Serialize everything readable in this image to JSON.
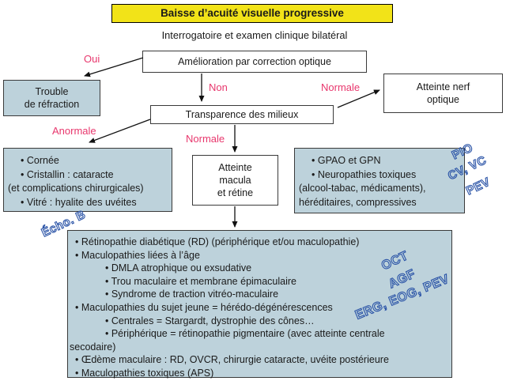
{
  "title": "Baisse d’acuité visuelle progressive",
  "subtitle": "Interrogatoire et examen clinique bilatéral",
  "edge_labels": {
    "oui": "Oui",
    "non": "Non",
    "normale_right": "Normale",
    "anormale": "Anormale",
    "normale_mid": "Normale"
  },
  "boxes": {
    "amelioration": {
      "label": "Amélioration par correction optique"
    },
    "trouble": {
      "line1": "Trouble",
      "line2": "de réfraction"
    },
    "transparence": {
      "label": "Transparence des milieux"
    },
    "nerf": {
      "line1": "Atteinte nerf",
      "line2": "optique"
    },
    "cornee": {
      "lines": [
        {
          "text": "• Cornée"
        },
        {
          "text": "• Cristallin : cataracte"
        },
        {
          "text": "(et complications chirurgicales)"
        },
        {
          "text": "• Vitré : hyalite des uvéites"
        }
      ]
    },
    "macula": {
      "line1": "Atteinte",
      "line2": "macula",
      "line3": "et rétine"
    },
    "gpao": {
      "lines": [
        {
          "text": "• GPAO et GPN"
        },
        {
          "text": "• Neuropathies toxiques"
        },
        {
          "text": "(alcool-tabac, médicaments),"
        },
        {
          "text": "héréditaires, compressives"
        }
      ]
    },
    "bigbox": {
      "lines": [
        {
          "text": "• Rétinopathie diabétique (RD) (périphérique et/ou maculopathie)"
        },
        {
          "text": "• Maculopathies liées à l’âge"
        },
        {
          "text": "• DMLA atrophique ou exsudative"
        },
        {
          "text": "• Trou maculaire et membrane épimaculaire"
        },
        {
          "text": "• Syndrome de traction vitréo-maculaire"
        },
        {
          "text": "• Maculopathies du sujet jeune = hérédo-dégénérescences"
        },
        {
          "text": "• Centrales = Stargardt, dystrophie des cônes…"
        },
        {
          "text": "• Périphérique = rétinopathie pigmentaire (avec atteinte centrale"
        },
        {
          "text": "secodaire)"
        },
        {
          "text": "• Œdème maculaire : RD, OVCR, chirurgie cataracte, uvéite postérieure"
        },
        {
          "text": "• Maculopathies toxiques (APS)"
        }
      ]
    }
  },
  "annotations": {
    "echo": "Écho. B",
    "pio": "PIO",
    "cvvc": "CV, VC",
    "pev": "PEV",
    "oct": "OCT",
    "agf": "AGF",
    "erg": "ERG, EOG, PEV"
  },
  "colors": {
    "title_yellow": "#f2e318",
    "box_blue": "#bdd2db",
    "edge_label_pink": "#e8376d",
    "annotation_blue": "#2b54a7"
  }
}
